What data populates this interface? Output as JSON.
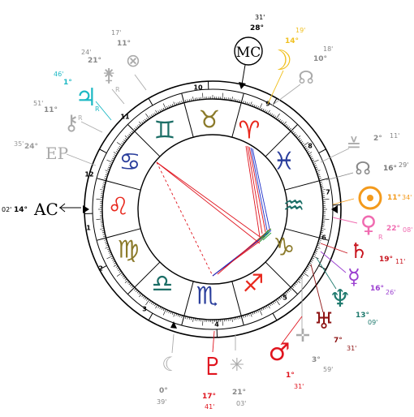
{
  "angles": {
    "ac": {
      "label": "AC",
      "deg": "14°",
      "min": "02'",
      "color": "#000000"
    },
    "mc": {
      "label": "MC",
      "deg": "28°",
      "min": "31'",
      "color": "#000000"
    },
    "ep": {
      "label": "EP",
      "deg": "24°",
      "min": "35'",
      "color": "#aaaaaa"
    }
  },
  "houses": [
    "1",
    "2",
    "3",
    "4",
    "5",
    "6",
    "7",
    "8",
    "9",
    "10",
    "11",
    "12"
  ],
  "zodiac": [
    {
      "name": "aries-icon",
      "glyph": "♈",
      "color": "#e8271c"
    },
    {
      "name": "taurus-icon",
      "glyph": "♉",
      "color": "#8b7a2a"
    },
    {
      "name": "gemini-icon",
      "glyph": "♊",
      "color": "#1b6e66"
    },
    {
      "name": "cancer-icon",
      "glyph": "♋",
      "color": "#2a3e9c"
    },
    {
      "name": "leo-icon",
      "glyph": "♌",
      "color": "#e8271c"
    },
    {
      "name": "virgo-icon",
      "glyph": "♍",
      "color": "#8b7a2a"
    },
    {
      "name": "libra-icon",
      "glyph": "♎",
      "color": "#1b6e66"
    },
    {
      "name": "scorpio-icon",
      "glyph": "♏",
      "color": "#2a3e9c"
    },
    {
      "name": "sagittarius-icon",
      "glyph": "♐",
      "color": "#e8271c"
    },
    {
      "name": "capricorn-icon",
      "glyph": "♑",
      "color": "#8b7a2a"
    },
    {
      "name": "aquarius-icon",
      "glyph": "♒",
      "color": "#1b6e66"
    },
    {
      "name": "pisces-icon",
      "glyph": "♓",
      "color": "#2a3e9c"
    }
  ],
  "planets": [
    {
      "name": "moon-icon",
      "glyph": "☽",
      "deg": "14°",
      "min": "19'",
      "color": "#f0c020",
      "retro": ""
    },
    {
      "name": "node-icon",
      "glyph": "☊",
      "deg": "10°",
      "min": "18'",
      "color": "#aaaaaa",
      "retro": ""
    },
    {
      "name": "vertex-icon",
      "glyph": "≚",
      "deg": "2°",
      "min": "11'",
      "color": "#aaaaaa",
      "retro": ""
    },
    {
      "name": "lilith-icon",
      "glyph": "☊",
      "deg": "16°",
      "min": "29'",
      "color": "#888888",
      "retro": ""
    },
    {
      "name": "sun-icon",
      "glyph": "☉",
      "deg": "11°",
      "min": "34'",
      "color": "#f39a1c",
      "retro": ""
    },
    {
      "name": "venus-icon",
      "glyph": "♀",
      "deg": "22°",
      "min": "08'",
      "color": "#f06bb0",
      "retro": "R"
    },
    {
      "name": "saturn-icon",
      "glyph": "♄",
      "deg": "19°",
      "min": "11'",
      "color": "#c8141e",
      "retro": ""
    },
    {
      "name": "mercury-icon",
      "glyph": "☿",
      "deg": "16°",
      "min": "26'",
      "color": "#9b3fd0",
      "retro": ""
    },
    {
      "name": "neptune-icon",
      "glyph": "♆",
      "deg": "13°",
      "min": "09'",
      "color": "#1f7a6e",
      "retro": ""
    },
    {
      "name": "uranus-icon",
      "glyph": "♅",
      "deg": "7°",
      "min": "31'",
      "color": "#8e1414",
      "retro": ""
    },
    {
      "name": "fortune-icon",
      "glyph": "✛",
      "deg": "3°",
      "min": "59'",
      "color": "#aaaaaa",
      "retro": ""
    },
    {
      "name": "mars-icon",
      "glyph": "♂",
      "deg": "1°",
      "min": "31'",
      "color": "#e0141e",
      "retro": ""
    },
    {
      "name": "ceres-icon",
      "glyph": "✳",
      "deg": "21°",
      "min": "03'",
      "color": "#aaaaaa",
      "retro": ""
    },
    {
      "name": "pluto-icon",
      "glyph": "♇",
      "deg": "17°",
      "min": "41'",
      "color": "#e0141e",
      "retro": ""
    },
    {
      "name": "blackmoon-icon",
      "glyph": "☾",
      "deg": "0°",
      "min": "39'",
      "color": "#aaaaaa",
      "retro": ""
    },
    {
      "name": "jupiter-icon",
      "glyph": "♃",
      "deg": "1°",
      "min": "46'",
      "color": "#1cb8c4",
      "retro": "R"
    },
    {
      "name": "chiron-icon",
      "glyph": "⚷",
      "deg": "11°",
      "min": "51'",
      "color": "#aaaaaa",
      "retro": "R"
    },
    {
      "name": "juno-icon",
      "glyph": "⚵",
      "deg": "21°",
      "min": "24'",
      "color": "#aaaaaa",
      "retro": "R"
    },
    {
      "name": "pof-icon",
      "glyph": "⊗",
      "deg": "11°",
      "min": "17'",
      "color": "#aaaaaa",
      "retro": ""
    }
  ],
  "aspect_colors": {
    "hard": "#e0141e",
    "soft": "#1c2ec8",
    "minor": "#22a040"
  }
}
